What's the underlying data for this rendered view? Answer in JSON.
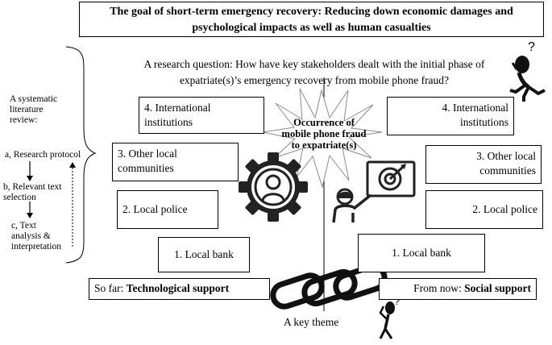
{
  "goal": {
    "line1": "The goal of short-term emergency recovery: Reducing down economic damages and",
    "line2": "psychological impacts as well as human casualties"
  },
  "question": {
    "line1": "A research question: How have key stakeholders dealt with the initial phase of",
    "line2": "expatriate(s)’s emergency recovery from mobile phone fraud?"
  },
  "review": {
    "line1": "A systematic",
    "line2": "literature",
    "line3": "review:",
    "step_a": "a, Research protocol",
    "step_b1": "b, Relevant text",
    "step_b2": "selection",
    "step_c1": "c, Text",
    "step_c2": "analysis &",
    "step_c3": "interpretation"
  },
  "burst": {
    "line1": "Occurrence of",
    "line2": "mobile phone fraud",
    "line3": "to expatriate(s)"
  },
  "left_stakeholders": {
    "s4_l1": "4. International",
    "s4_l2": "institutions",
    "s3_l1": "3. Other local",
    "s3_l2": "communities",
    "s2": "2. Local police",
    "s1": "1. Local bank"
  },
  "right_stakeholders": {
    "s4_l1": "4. International",
    "s4_l2": "institutions",
    "s3_l1": "3. Other local",
    "s3_l2": "communities",
    "s2": "2. Local police",
    "s1": "1. Local bank"
  },
  "support": {
    "left_prefix": "So far: ",
    "left_bold": "Technological support",
    "right_prefix": "From now: ",
    "right_bold": "Social support"
  },
  "key_theme": "A key theme",
  "question_mark": "?"
}
